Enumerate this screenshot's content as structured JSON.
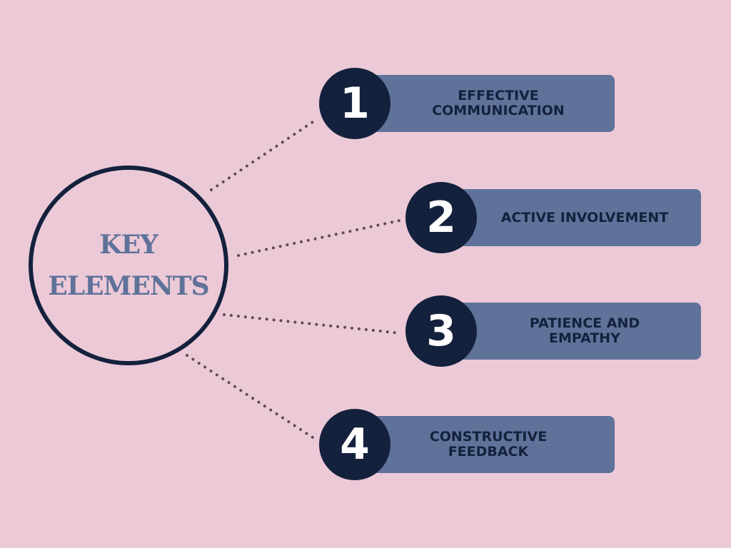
{
  "diagram": {
    "center": {
      "title": "KEY ELEMENTS"
    },
    "items": [
      {
        "number": "1",
        "label": "EFFECTIVE\nCOMMUNICATION"
      },
      {
        "number": "2",
        "label": "ACTIVE INVOLVEMENT"
      },
      {
        "number": "3",
        "label": "PATIENCE AND\nEMPATHY"
      },
      {
        "number": "4",
        "label": "CONSTRUCTIVE\nFEEDBACK"
      }
    ]
  },
  "colors": {
    "background": "#ecc9d7",
    "dark_navy": "#14213d",
    "slate_blue": "#5f7299",
    "white": "#ffffff",
    "connector": "#5b4a52"
  }
}
